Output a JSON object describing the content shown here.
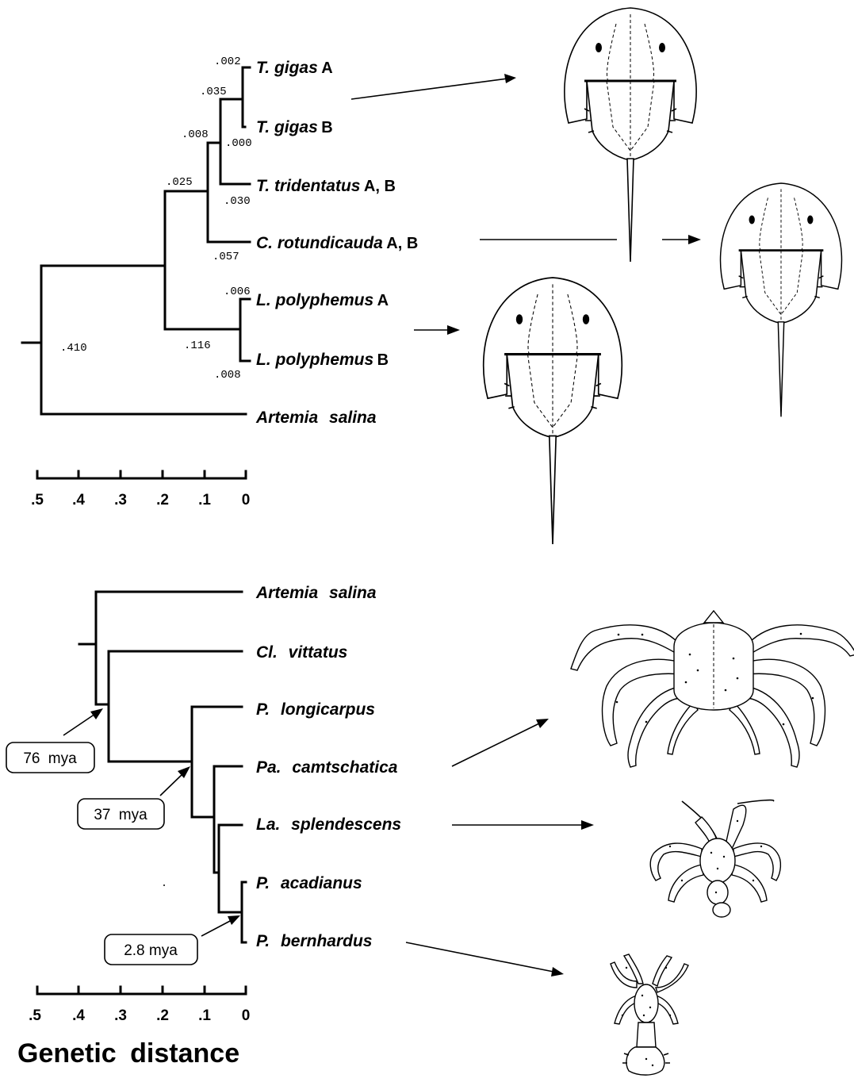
{
  "tree1": {
    "taxa": [
      {
        "name": "T. gigas",
        "suffix": "A"
      },
      {
        "name": "T. gigas",
        "suffix": "B"
      },
      {
        "name": "T. tridentatus",
        "suffix": "A, B"
      },
      {
        "name": "C. rotundicauda",
        "suffix": "A, B"
      },
      {
        "name": "L. polyphemus",
        "suffix": "A"
      },
      {
        "name": "L. polyphemus",
        "suffix": "B"
      },
      {
        "name": "Artemia salina",
        "suffix": ""
      }
    ],
    "branch_lengths": [
      ".002",
      ".035",
      ".000",
      ".008",
      ".030",
      ".025",
      ".057",
      ".006",
      ".116",
      ".008",
      ".410"
    ],
    "scale_ticks": [
      ".5",
      ".4",
      ".3",
      ".2",
      ".1",
      "0"
    ]
  },
  "tree2": {
    "taxa": [
      {
        "name": "Artemia salina"
      },
      {
        "name": "Cl. vittatus"
      },
      {
        "name": "P. longicarpus"
      },
      {
        "name": "Pa. camtschatica"
      },
      {
        "name": "La. splendescens"
      },
      {
        "name": "P. acadianus"
      },
      {
        "name": "P. bernhardus"
      }
    ],
    "divergence_labels": [
      "76 mya",
      "37 mya",
      "2.8 mya"
    ],
    "scale_ticks": [
      ".5",
      ".4",
      ".3",
      ".2",
      ".1",
      "0"
    ],
    "axis_title": "Genetic distance"
  },
  "icons": [
    "horseshoe-crab-illustration",
    "spider-crab-illustration",
    "coconut-crab-illustration",
    "hermit-crab-illustration"
  ]
}
